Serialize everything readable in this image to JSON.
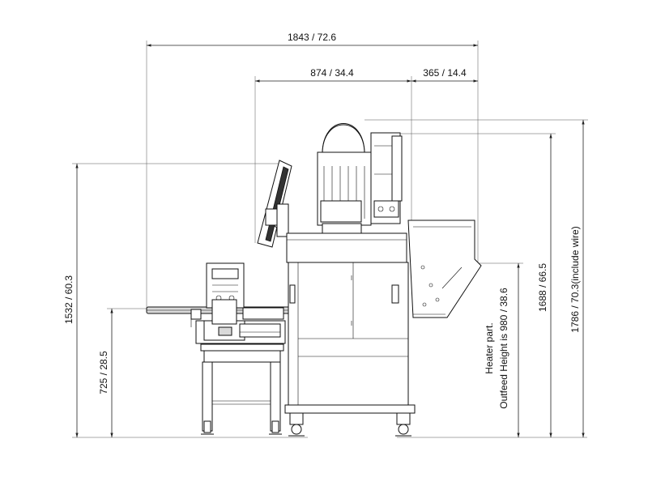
{
  "dimensions": {
    "overall_length": "1843 / 72.6",
    "main_body_length": "874 / 34.4",
    "heater_length": "365 / 14.4",
    "monitor_height": "1532 / 60.3",
    "infeed_height": "725 / 28.5",
    "heater_note_line1": "Heater part.",
    "heater_note_line2": "Outfeed Height is 980 / 38.6",
    "machine_height": "1688 / 66.5",
    "total_height_with_wire": "1786 / 70.3(include wire)"
  }
}
